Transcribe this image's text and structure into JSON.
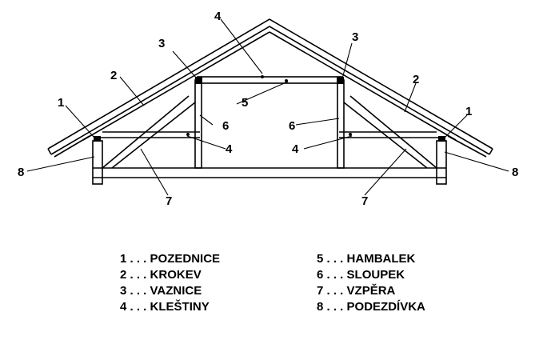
{
  "callouts": {
    "c1_left": "1",
    "c1_right": "1",
    "c2_left": "2",
    "c2_right": "2",
    "c3_left": "3",
    "c3_right": "3",
    "c4_top": "4",
    "c4_left": "4",
    "c4_right": "4",
    "c5": "5",
    "c6_left": "6",
    "c6_right": "6",
    "c7_left": "7",
    "c7_right": "7",
    "c8_left": "8",
    "c8_right": "8"
  },
  "legend": {
    "left": [
      {
        "num": "1",
        "dots": " . . . ",
        "name": "POZEDNICE"
      },
      {
        "num": "2",
        "dots": " . . . ",
        "name": "KROKEV"
      },
      {
        "num": "3",
        "dots": " . . . ",
        "name": "VAZNICE"
      },
      {
        "num": "4",
        "dots": " . . . ",
        "name": "KLEŠTINY"
      }
    ],
    "right": [
      {
        "num": "5",
        "dots": " . . . ",
        "name": "HAMBALEK"
      },
      {
        "num": "6",
        "dots": " . . . ",
        "name": "SLOUPEK"
      },
      {
        "num": "7",
        "dots": " . . . ",
        "name": "VZPĚRA"
      },
      {
        "num": "8",
        "dots": " . . . ",
        "name": "PODEZDÍVKA"
      }
    ]
  }
}
